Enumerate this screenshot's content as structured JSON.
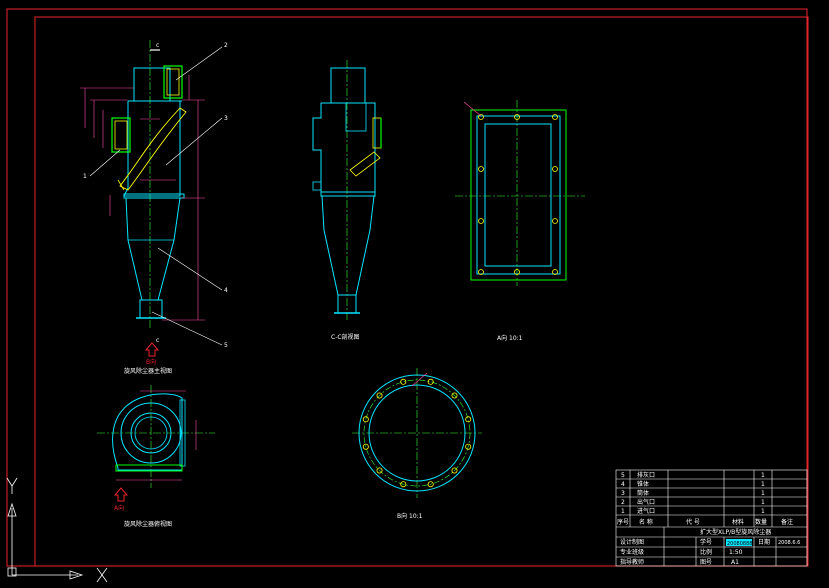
{
  "colors": {
    "background": "#000000",
    "border": "#e8242a",
    "geometry": "#00e5ff",
    "hidden_feature": "#ffff00",
    "flange": "#00ff00",
    "dimension": "#ff4da6",
    "centerline": "#36ff3a",
    "text": "#ffffff"
  },
  "views": {
    "main_view_caption": "旋风除尘器主视图",
    "main_view_arrow_label": "B向",
    "section_marker_top": "c",
    "section_marker_bottom": "c",
    "side_view_caption": "C-C剖视图",
    "a_view_caption": "A向 10:1",
    "top_view_caption": "旋风除尘器俯视图",
    "top_view_arrow_label": "A向",
    "b_view_caption": "B向 10:1"
  },
  "callouts": [
    "1",
    "2",
    "3",
    "4",
    "5"
  ],
  "parts_table": {
    "rows": [
      {
        "no": "5",
        "name": "排灰口",
        "qty": "1"
      },
      {
        "no": "4",
        "name": "锥体",
        "qty": "1"
      },
      {
        "no": "3",
        "name": "筒体",
        "qty": "1"
      },
      {
        "no": "2",
        "name": "出气口",
        "qty": "1"
      },
      {
        "no": "1",
        "name": "进气口",
        "qty": "1"
      }
    ],
    "header": [
      "序号",
      "名 称",
      "代 号",
      "材料",
      "数量",
      "备注"
    ]
  },
  "title_block": {
    "drawing_title": "扩大型XLP/B型旋风除尘器",
    "design_label": "设计制图",
    "student_id_label": "学号",
    "student_id_value": "20080888",
    "date_label": "日期",
    "date_value": "2008.6.6",
    "major_label": "专业班级",
    "scale_label": "比例",
    "scale_value": "1:50",
    "advisor_label": "指导教师",
    "sheet_label": "图号",
    "sheet_value": "A1"
  },
  "ucs_icon": {
    "x_axis": "X",
    "y_axis": "Y"
  }
}
